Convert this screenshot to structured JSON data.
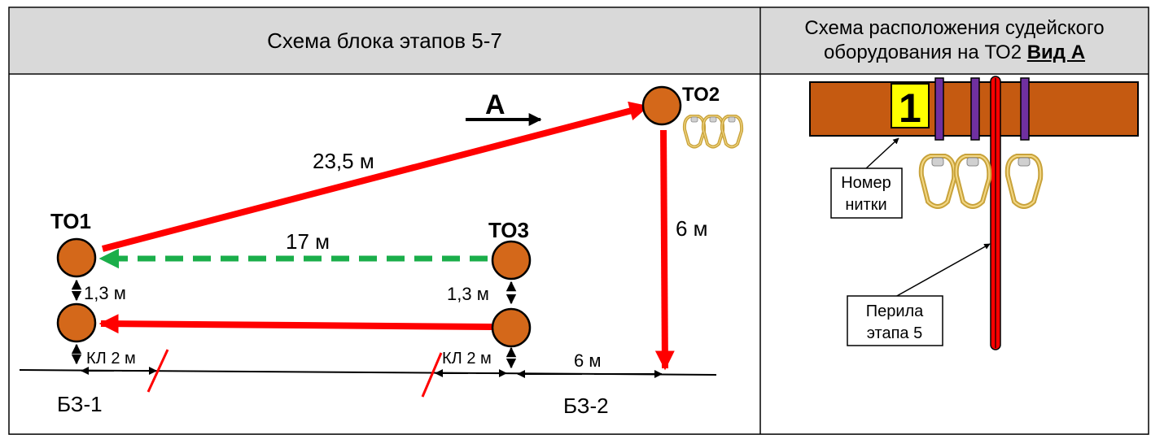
{
  "left_header": {
    "title": "Схема блока этапов 5-7"
  },
  "right_header": {
    "line1": "Схема расположения судейского",
    "line2": "оборудования на ТО2 ",
    "view": "Вид А"
  },
  "diagram": {
    "view_marker": "А",
    "nodes": {
      "to1": "ТО1",
      "to2": "ТО2",
      "to3": "ТО3"
    },
    "distances": {
      "to1_to2": "23,5 м",
      "to3_to1": "17 м",
      "to2_down": "6 м",
      "gap_left": "1,3 м",
      "gap_right": "1,3 м",
      "kl_left": "КЛ 2 м",
      "kl_right": "КЛ 2 м",
      "to_bz2": "6 м"
    },
    "zones": {
      "bz1": "БЗ-1",
      "bz2": "БЗ-2"
    },
    "colors": {
      "node": "#d4681a",
      "rope": "#ff0000",
      "dashed": "#1aae4a"
    }
  },
  "equipment": {
    "number": "1",
    "callout_thread": "Номер\nнитки",
    "callout_rails": "Перила\nэтапа 5",
    "colors": {
      "beam": "#c55a11",
      "strap": "#7030a0",
      "tag": "#ffff00"
    }
  }
}
